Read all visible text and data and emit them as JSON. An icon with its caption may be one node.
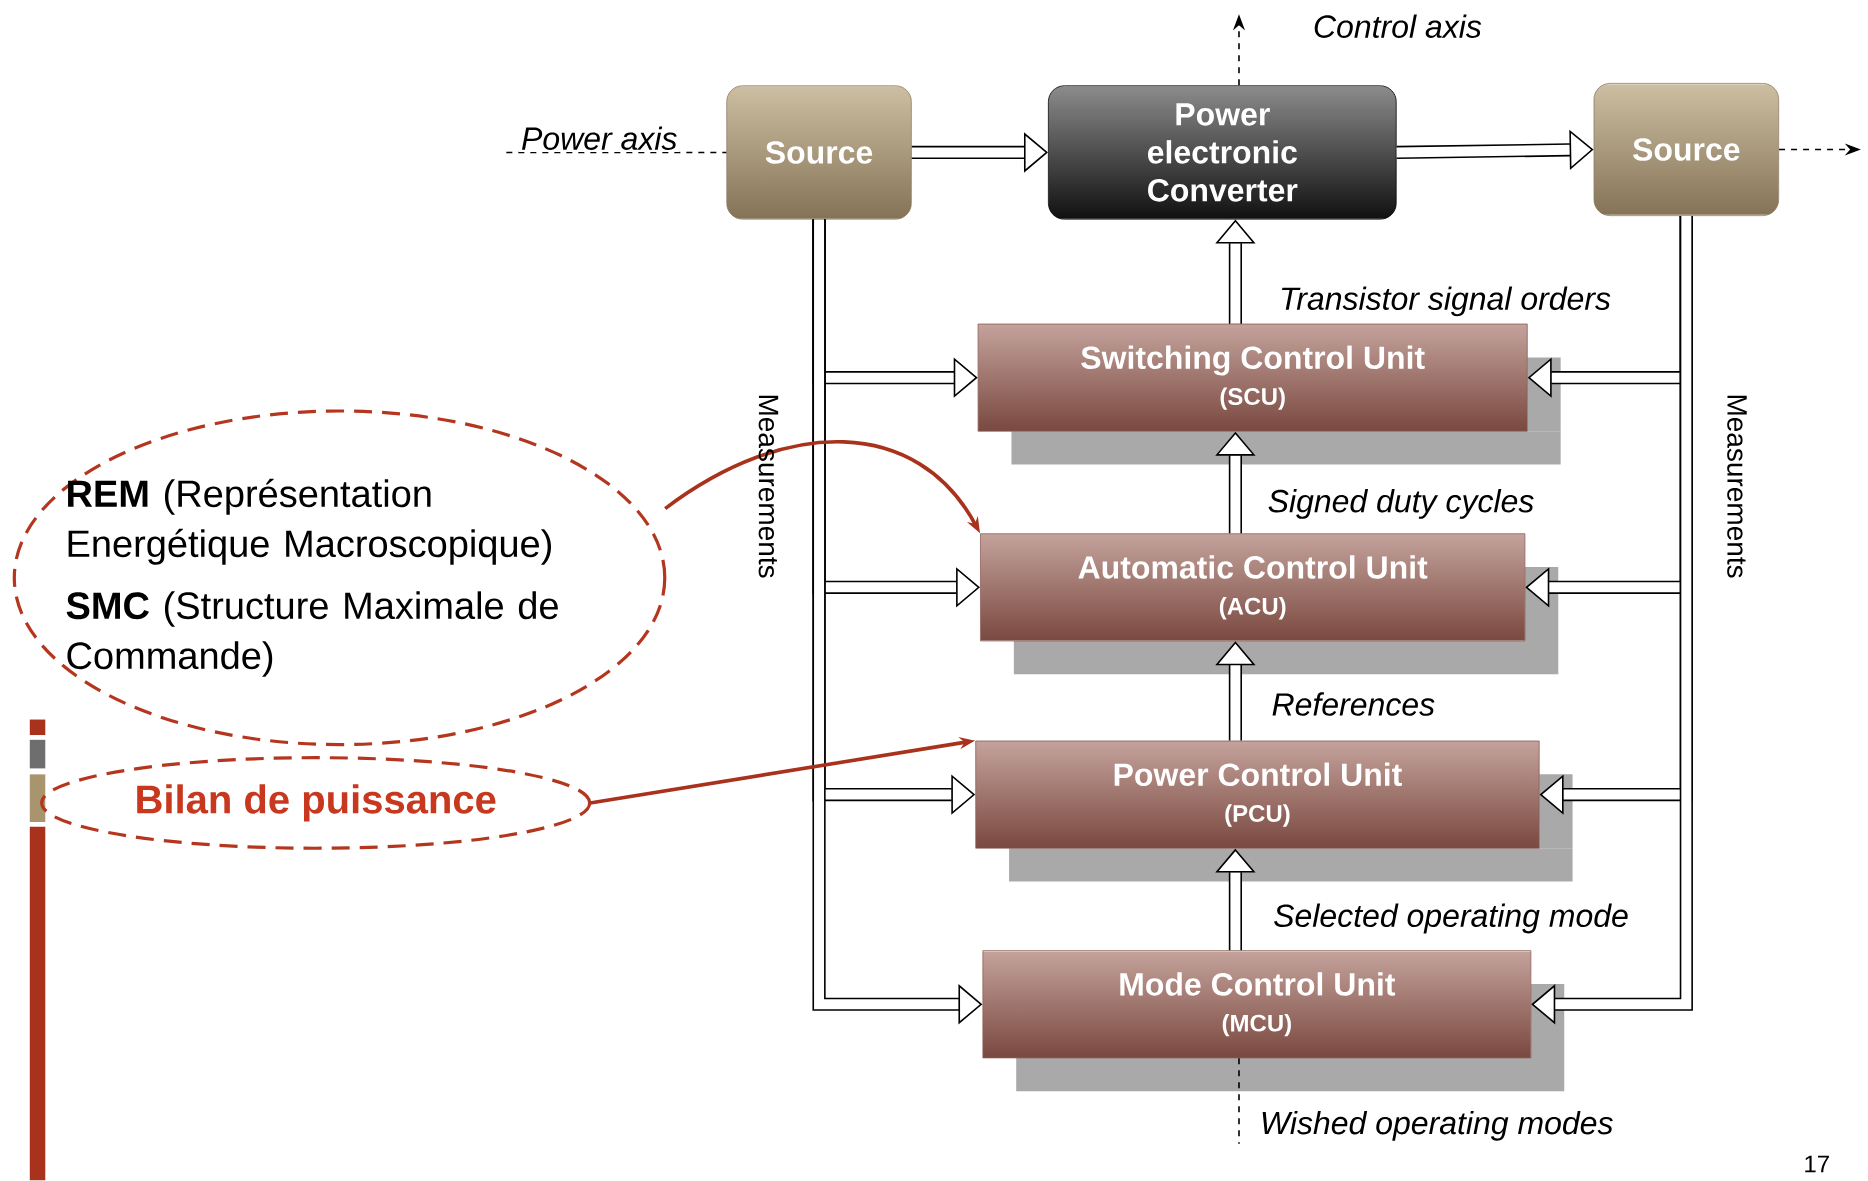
{
  "diagram": {
    "nodes": [
      {
        "text": [
          "Source"
        ]
      },
      {
        "text": [
          "Power electronic Converter"
        ]
      },
      {
        "text": [
          "Source"
        ]
      },
      {
        "text": [
          "Switching Control Unit",
          "(SCU)"
        ]
      },
      {
        "text": [
          "Automatic Control Unit",
          "(ACU)"
        ]
      },
      {
        "text": [
          "Power Control Unit",
          "(PCU)"
        ]
      },
      {
        "text": [
          "Mode Control Unit",
          "(MCU)"
        ]
      },
      {
        "text": [
          "**REM** (Représentation Energétique Macroscopique)",
          "**SMC** (Structure Maximale de Commande)"
        ]
      },
      {
        "text": [
          "Bilan de puissance"
        ]
      }
    ],
    "edges": [
      {
        "from": null,
        "to": 0,
        "arrow": "none",
        "style": "dashed",
        "label": "Power axis"
      },
      {
        "from": 0,
        "to": 1,
        "arrow": "to"
      },
      {
        "from": 1,
        "to": 2,
        "arrow": "to"
      },
      {
        "from": 2,
        "to": null,
        "arrow": "to",
        "style": "dashed"
      },
      {
        "from": 1,
        "to": null,
        "arrow": "to",
        "style": "dashed",
        "label": "Control axis"
      },
      {
        "from": 3,
        "to": 1,
        "arrow": "to",
        "label": "Transistor signal orders"
      },
      {
        "from": 4,
        "to": 3,
        "arrow": "to",
        "label": "Signed duty cycles"
      },
      {
        "from": 5,
        "to": 4,
        "arrow": "to",
        "label": "References"
      },
      {
        "from": 6,
        "to": 5,
        "arrow": "to",
        "label": "Selected operating mode"
      },
      {
        "from": 6,
        "to": null,
        "arrow": "none",
        "style": "dashed",
        "label": "Wished operating modes"
      },
      {
        "from": 0,
        "to": 3,
        "arrow": "to"
      },
      {
        "from": 0,
        "to": 4,
        "arrow": "to"
      },
      {
        "from": 0,
        "to": 5,
        "arrow": "to"
      },
      {
        "from": 0,
        "to": 6,
        "arrow": "to"
      },
      {
        "from": 2,
        "to": 3,
        "arrow": "to"
      },
      {
        "from": 2,
        "to": 4,
        "arrow": "to"
      },
      {
        "from": 2,
        "to": 5,
        "arrow": "to"
      },
      {
        "from": 2,
        "to": 6,
        "arrow": "to"
      },
      {
        "from": 7,
        "to": 4,
        "arrow": "to",
        "color": "#a8321c"
      },
      {
        "from": 8,
        "to": 5,
        "arrow": "to",
        "color": "#a8321c"
      }
    ],
    "labels": [
      "Measurements",
      "Measurements",
      "17"
    ]
  }
}
